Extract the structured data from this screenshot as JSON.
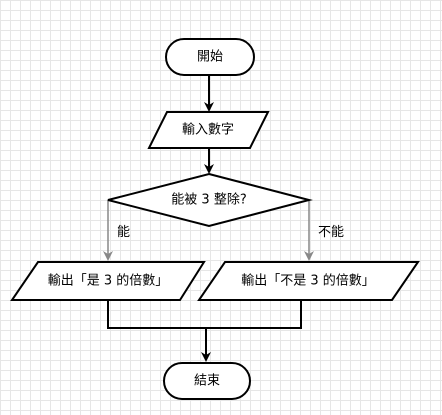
{
  "diagram": {
    "nodes": {
      "start": {
        "label": "開始",
        "shape": "terminator"
      },
      "input": {
        "label": "輸入數字",
        "shape": "parallelogram"
      },
      "decision": {
        "label": "能被 3 整除?",
        "shape": "diamond"
      },
      "output_yes": {
        "label": "輸出「是 3 的倍數」",
        "shape": "parallelogram"
      },
      "output_no": {
        "label": "輸出「不是 3 的倍數」",
        "shape": "parallelogram"
      },
      "end": {
        "label": "結束",
        "shape": "terminator"
      }
    },
    "edges": {
      "yes_label": "能",
      "no_label": "不能"
    },
    "colors": {
      "stroke": "#000000",
      "fill": "#ffffff",
      "connector_yes_no": "#888888",
      "grid": "#e6e6e6"
    }
  }
}
